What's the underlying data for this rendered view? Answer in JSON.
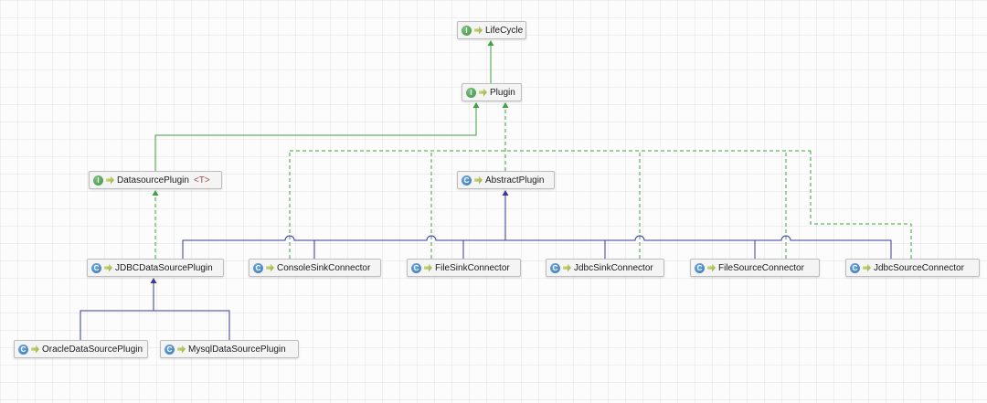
{
  "icons": {
    "interface_letter": "I",
    "class_letter": "C"
  },
  "colors": {
    "interface_edge": "#3fa13f",
    "class_edge": "#3a3a96",
    "node_background": "#f4f4f4",
    "node_border": "#bdbdbd"
  },
  "nodes": [
    {
      "id": "lifecycle",
      "label": "LifeCycle",
      "kind": "interface"
    },
    {
      "id": "plugin",
      "label": "Plugin",
      "kind": "interface"
    },
    {
      "id": "datasource-plugin",
      "label": "DatasourcePlugin",
      "generic": "<T>",
      "kind": "interface"
    },
    {
      "id": "abstract-plugin",
      "label": "AbstractPlugin",
      "kind": "class"
    },
    {
      "id": "jdbc-datasource-plugin",
      "label": "JDBCDataSourcePlugin",
      "kind": "class"
    },
    {
      "id": "console-sink-connector",
      "label": "ConsoleSinkConnector",
      "kind": "class"
    },
    {
      "id": "file-sink-connector",
      "label": "FileSinkConnector",
      "kind": "class"
    },
    {
      "id": "jdbc-sink-connector",
      "label": "JdbcSinkConnector",
      "kind": "class"
    },
    {
      "id": "file-source-connector",
      "label": "FileSourceConnector",
      "kind": "class"
    },
    {
      "id": "jdbc-source-connector",
      "label": "JdbcSourceConnector",
      "kind": "class"
    },
    {
      "id": "oracle-datasource-plugin",
      "label": "OracleDataSourcePlugin",
      "kind": "class"
    },
    {
      "id": "mysql-datasource-plugin",
      "label": "MysqlDataSourcePlugin",
      "kind": "class"
    }
  ],
  "relationships": [
    {
      "from": "Plugin",
      "to": "LifeCycle",
      "type": "extends"
    },
    {
      "from": "DatasourcePlugin",
      "to": "Plugin",
      "type": "extends"
    },
    {
      "from": "AbstractPlugin",
      "to": "Plugin",
      "type": "implements"
    },
    {
      "from": "JDBCDataSourcePlugin",
      "to": "DatasourcePlugin",
      "type": "implements"
    },
    {
      "from": "ConsoleSinkConnector",
      "to": "Plugin",
      "type": "implements"
    },
    {
      "from": "FileSinkConnector",
      "to": "Plugin",
      "type": "implements"
    },
    {
      "from": "JdbcSinkConnector",
      "to": "Plugin",
      "type": "implements"
    },
    {
      "from": "FileSourceConnector",
      "to": "Plugin",
      "type": "implements"
    },
    {
      "from": "JdbcSourceConnector",
      "to": "Plugin",
      "type": "implements"
    },
    {
      "from": "JDBCDataSourcePlugin",
      "to": "AbstractPlugin",
      "type": "extends"
    },
    {
      "from": "ConsoleSinkConnector",
      "to": "AbstractPlugin",
      "type": "extends"
    },
    {
      "from": "FileSinkConnector",
      "to": "AbstractPlugin",
      "type": "extends"
    },
    {
      "from": "JdbcSinkConnector",
      "to": "AbstractPlugin",
      "type": "extends"
    },
    {
      "from": "FileSourceConnector",
      "to": "AbstractPlugin",
      "type": "extends"
    },
    {
      "from": "JdbcSourceConnector",
      "to": "AbstractPlugin",
      "type": "extends"
    },
    {
      "from": "OracleDataSourcePlugin",
      "to": "JDBCDataSourcePlugin",
      "type": "extends"
    },
    {
      "from": "MysqlDataSourcePlugin",
      "to": "JDBCDataSourcePlugin",
      "type": "extends"
    }
  ]
}
